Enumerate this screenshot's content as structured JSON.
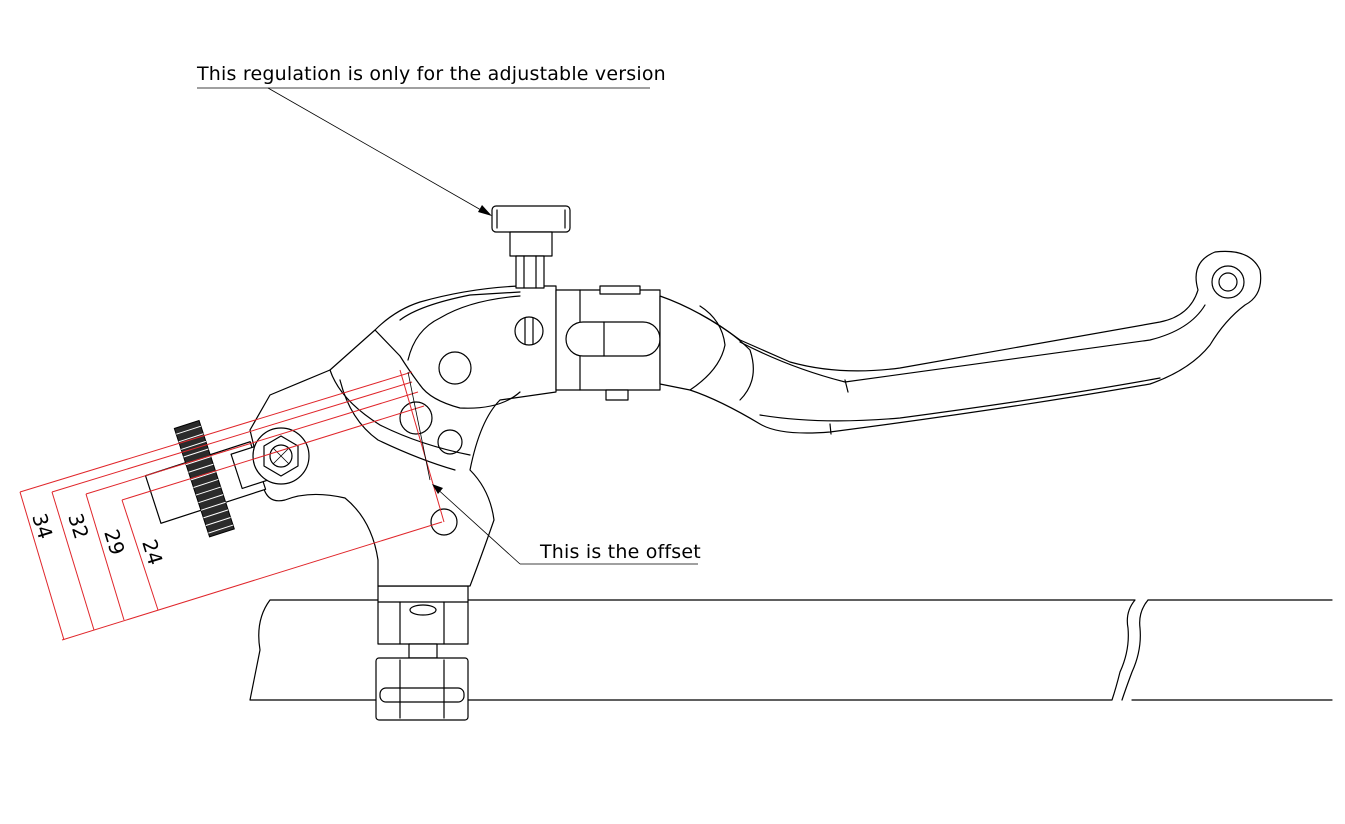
{
  "callouts": {
    "regulation": "This regulation is only for the adjustable version",
    "offset": "This is the offset"
  },
  "dimensions": [
    "34",
    "32",
    "29",
    "24"
  ],
  "colors": {
    "line": "#000000",
    "dimension": "#e0262b",
    "background": "#ffffff"
  }
}
